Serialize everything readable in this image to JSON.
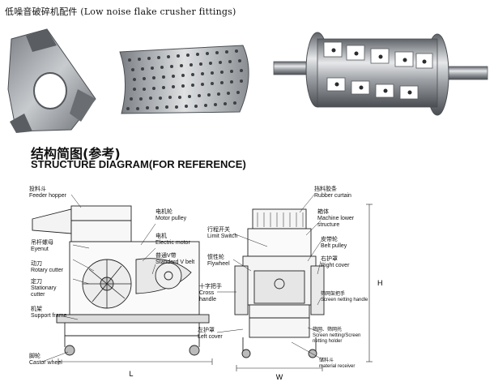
{
  "header": {
    "title": "低噪音破碎机配件 (Low noise flake crusher fittings)"
  },
  "diagram": {
    "title_cn": "结构简图(参考)",
    "title_en": "STRUCTURE DIAGRAM(FOR REFERENCE)",
    "dims": {
      "L": "L",
      "W": "W",
      "H": "H"
    },
    "left_labels": [
      {
        "cn": "投料斗",
        "en": "Feeder hopper"
      },
      {
        "cn": "吊杆螺母",
        "en": "Eyenut"
      },
      {
        "cn": "动刀",
        "en": "Rotary cutter"
      },
      {
        "cn": "定刀",
        "en": "Stationary cutter"
      },
      {
        "cn": "机架",
        "en": "Support frame"
      },
      {
        "cn": "脚轮",
        "en": "Castor wheel"
      }
    ],
    "center_labels": [
      {
        "cn": "电机轮",
        "en": "Motor pulley"
      },
      {
        "cn": "电机",
        "en": "Electric motor"
      },
      {
        "cn": "普通V带",
        "en": "Standard V belt"
      }
    ],
    "right_labels": [
      {
        "cn": "挡料胶条",
        "en": "Rubber curtain"
      },
      {
        "cn": "行程开关",
        "en": "Limit Switch"
      },
      {
        "cn": "箱体",
        "en": "Machine lower structure"
      },
      {
        "cn": "皮带轮",
        "en": "Belt pulley"
      },
      {
        "cn": "惯性轮",
        "en": "Flywheel"
      },
      {
        "cn": "右护罩",
        "en": "Right cover"
      },
      {
        "cn": "十字把手",
        "en": "Cross handle"
      },
      {
        "cn": "筛网架把手",
        "en": "Screen netting handle"
      },
      {
        "cn": "左护罩",
        "en": "Left cover"
      },
      {
        "cn": "筛网、筛网托",
        "en": "Screen netting/Screen netting holder"
      },
      {
        "cn": "储料斗",
        "en": "material receiver"
      }
    ]
  },
  "colors": {
    "steel": "#9a9ea3",
    "steel_dark": "#55595e",
    "steel_light": "#d8dadc"
  }
}
